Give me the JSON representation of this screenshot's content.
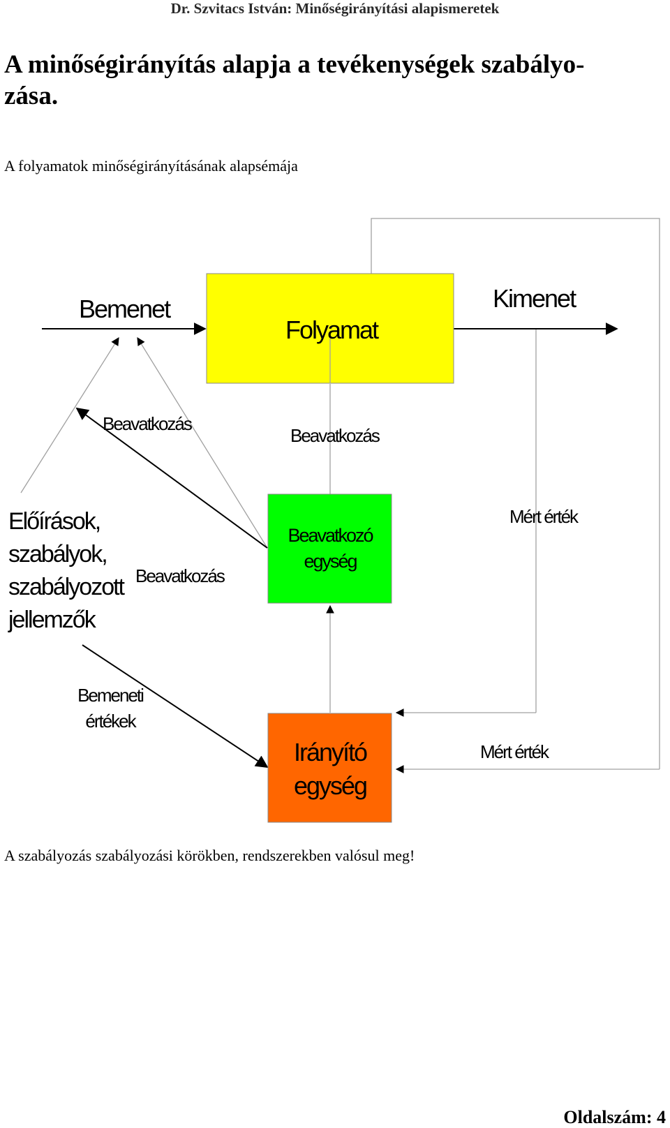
{
  "header": "Dr. Szvitacs István: Minőségirányítási alapismeretek",
  "title_line1": "A minőségirányítás alapja a tevékenységek szabályo-",
  "title_line2": "zása.",
  "subtitle": "A folyamatok minőségirányításának alapsémája",
  "diagram": {
    "bemenet": "Bemenet",
    "folyamat": "Folyamat",
    "kimenet": "Kimenet",
    "beavatkozas_left": "Beavatkozás",
    "beavatkozas_center": "Beavatkozás",
    "beavatkozas_lower": "Beavatkozás",
    "eloirasok": [
      "Előírások,",
      "szabályok,",
      "szabályozott",
      "jellemzők"
    ],
    "beavatkozo_egyseg": [
      "Beavatkozó",
      "egység"
    ],
    "mert_ertek_top": "Mért érték",
    "mert_ertek_bottom": "Mért érték",
    "bemeneti_ertekek": [
      "Bemeneti",
      "értékek"
    ],
    "iranyito_egyseg": [
      "Irányító",
      "egység"
    ],
    "colors": {
      "folyamat": "#ffff00",
      "beavatkozo": "#00ff00",
      "iranyito": "#ff6600"
    }
  },
  "caption": "A szabályozás szabályozási körökben, rendszerekben valósul meg!",
  "footer": "Oldalszám: 4"
}
